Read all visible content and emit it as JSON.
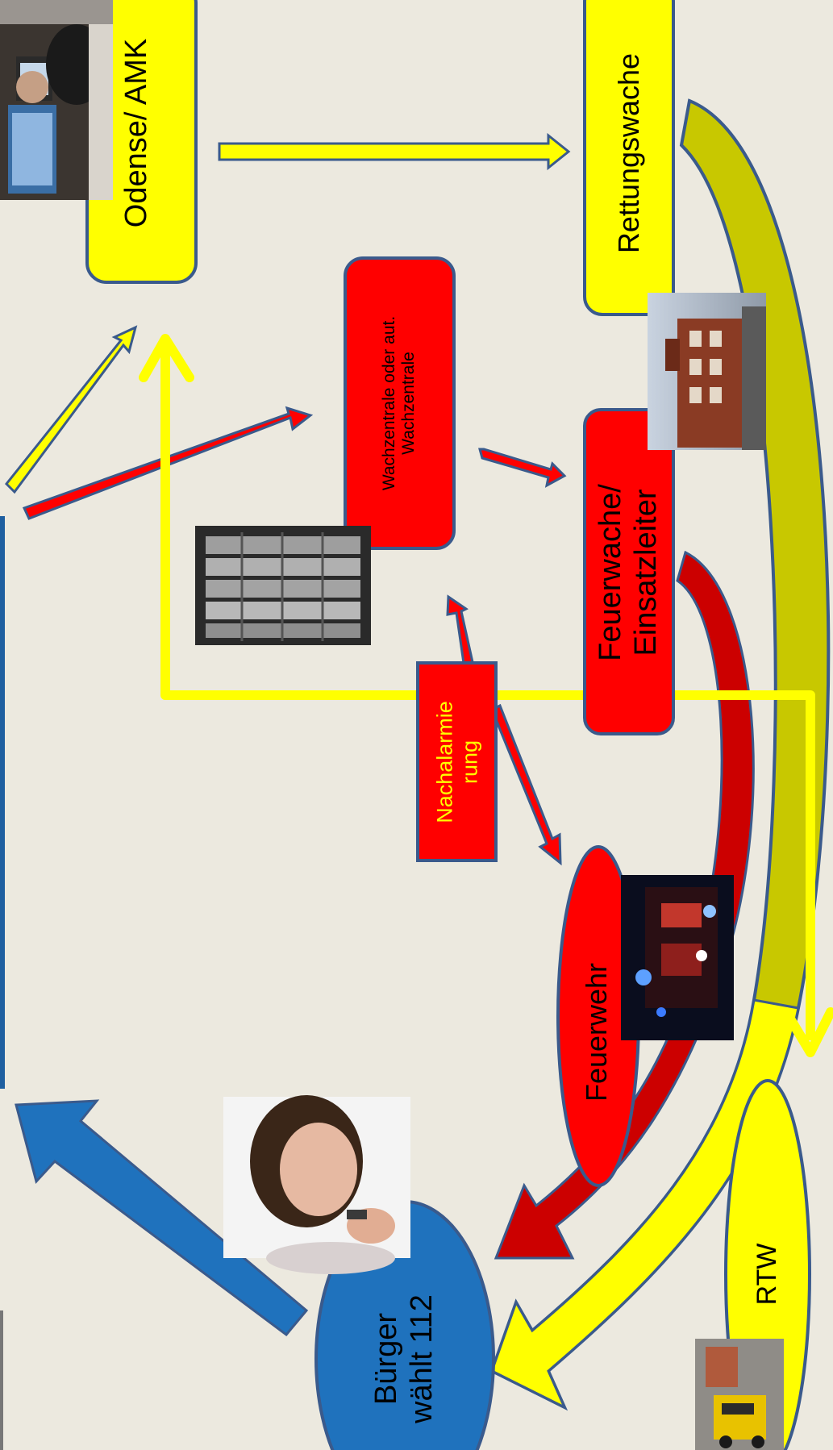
{
  "nodes": {
    "odense": "Odense/ AMK",
    "rettungswache": "Rettungswache",
    "wachzentrale": "Wachzentrale oder aut.\nWachzentrale",
    "feuerwache": "Feuerwache/\nEinsatzleiter",
    "nachalarmierung": "Nachalarmie\nrung",
    "feuerwehr": "Feuerwehr",
    "buerger": "Bürger\nwählt 112",
    "rtw": "RTW"
  },
  "colors": {
    "background": "#ece9df",
    "yellow": "#ffff00",
    "red": "#ff0000",
    "dark_red": "#cc0000",
    "blue": "#1f72bd",
    "outline": "#3a5a8c",
    "olive": "#c8c800"
  },
  "photos": [
    "dispatch-center-photo",
    "server-rack-photo",
    "fire-station-photo",
    "fire-truck-photo",
    "woman-on-phone-photo",
    "ambulance-photo"
  ]
}
